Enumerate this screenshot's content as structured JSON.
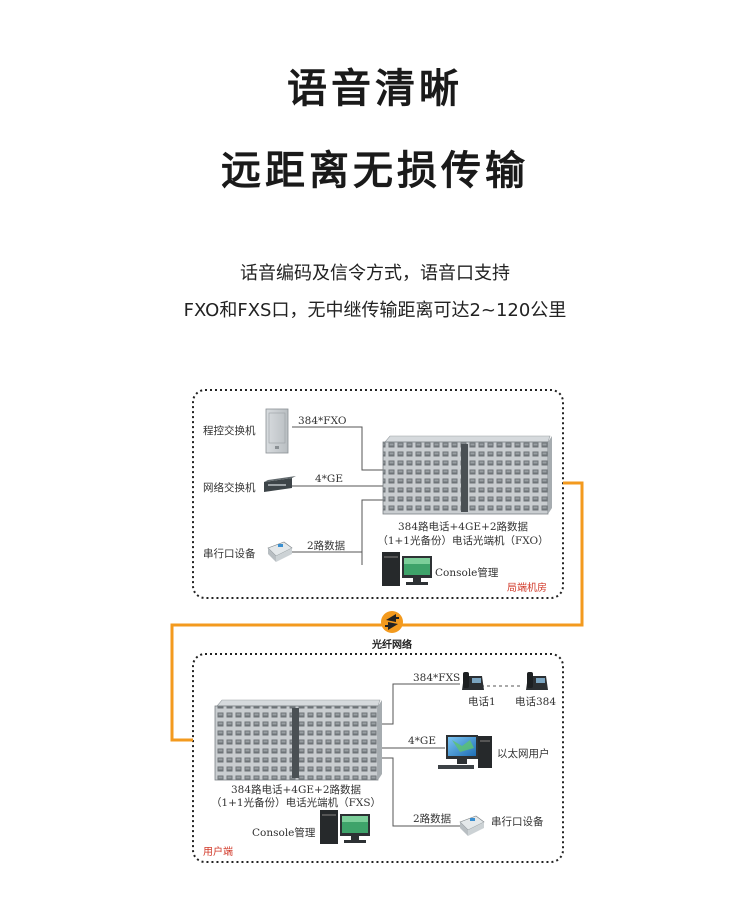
{
  "headline": {
    "line1": "语音清晰",
    "line2": "远距离无损传输"
  },
  "description": {
    "line1": "话音编码及信令方式，语音口支持",
    "line2": "FXO和FXS口，无中继传输距离可达2~120公里"
  },
  "diagram": {
    "top_site": {
      "zone_label": "局端机房",
      "devices": {
        "pbx": "程控交换机",
        "switch": "网络交换机",
        "serial": "串行口设备"
      },
      "links": {
        "pbx": "384*FXO",
        "switch": "4*GE",
        "serial": "2路数据"
      },
      "main_unit_line1": "384路电话+4GE+2路数据",
      "main_unit_line2": "（1+1光备份）电话光端机（FXO）",
      "console": "Console管理"
    },
    "network": {
      "label": "光纤网络",
      "accent_color": "#f39a1e"
    },
    "bottom_site": {
      "zone_label": "用户端",
      "main_unit_line1": "384路电话+4GE+2路数据",
      "main_unit_line2": "（1+1光备份）电话光端机（FXS）",
      "console": "Console管理",
      "links": {
        "phone": "384*FXS",
        "ethernet": "4*GE",
        "serial": "2路数据"
      },
      "devices": {
        "phone1": "电话1",
        "phone384": "电话384",
        "ethernet_user": "以太网用户",
        "serial": "串行口设备"
      }
    }
  }
}
